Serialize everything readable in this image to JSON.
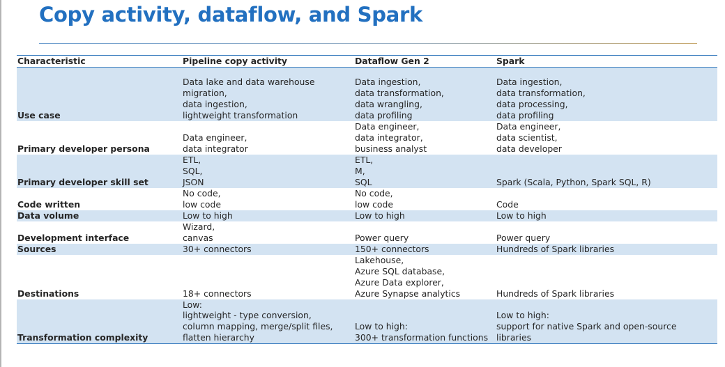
{
  "title": "Copy activity, dataflow, and Spark",
  "table": {
    "headers": [
      "Characteristic",
      "Pipeline copy activity",
      "Dataflow Gen 2",
      "Spark"
    ],
    "rows": [
      {
        "characteristic": "Use case",
        "copy": [
          "Data lake and data warehouse",
          "migration,",
          "data ingestion,",
          "lightweight transformation"
        ],
        "dataflow": [
          "Data ingestion,",
          "data transformation,",
          "data wrangling,",
          "data profiling"
        ],
        "spark": [
          "Data ingestion,",
          "data transformation,",
          "data processing,",
          "data profiling"
        ]
      },
      {
        "characteristic": "Primary developer persona",
        "copy": [
          "Data engineer,",
          "data integrator"
        ],
        "dataflow": [
          "Data engineer,",
          "data integrator,",
          "business analyst"
        ],
        "spark": [
          "Data engineer,",
          "data scientist,",
          "data developer"
        ]
      },
      {
        "characteristic": "Primary developer skill set",
        "copy": [
          "ETL,",
          "SQL,",
          "JSON"
        ],
        "dataflow": [
          "ETL,",
          "M,",
          "SQL"
        ],
        "spark": [
          "Spark (Scala, Python, Spark SQL, R)"
        ]
      },
      {
        "characteristic": "Code written",
        "copy": [
          "No code,",
          "low code"
        ],
        "dataflow": [
          "No code,",
          "low code"
        ],
        "spark": [
          "Code"
        ]
      },
      {
        "characteristic": "Data volume",
        "copy": [
          "Low to high"
        ],
        "dataflow": [
          "Low to high"
        ],
        "spark": [
          "Low to high"
        ]
      },
      {
        "characteristic": "Development interface",
        "copy": [
          "Wizard,",
          "canvas"
        ],
        "dataflow": [
          "Power query"
        ],
        "spark": [
          "Power query"
        ]
      },
      {
        "characteristic": "Sources",
        "copy": [
          "30+ connectors"
        ],
        "dataflow": [
          "150+ connectors"
        ],
        "spark": [
          "Hundreds of Spark libraries"
        ]
      },
      {
        "characteristic": "Destinations",
        "copy": [
          "18+ connectors"
        ],
        "dataflow": [
          "Lakehouse,",
          "Azure SQL database,",
          "Azure Data explorer,",
          "Azure Synapse analytics"
        ],
        "spark": [
          "Hundreds of Spark libraries"
        ]
      },
      {
        "characteristic": "Transformation complexity",
        "copy": [
          "Low:",
          "lightweight - type conversion,",
          "column mapping, merge/split files,",
          "flatten hierarchy"
        ],
        "dataflow": [
          "Low to high:",
          "300+ transformation functions"
        ],
        "spark": [
          "Low to high:",
          "support for native Spark and open-source",
          "libraries"
        ]
      }
    ]
  }
}
